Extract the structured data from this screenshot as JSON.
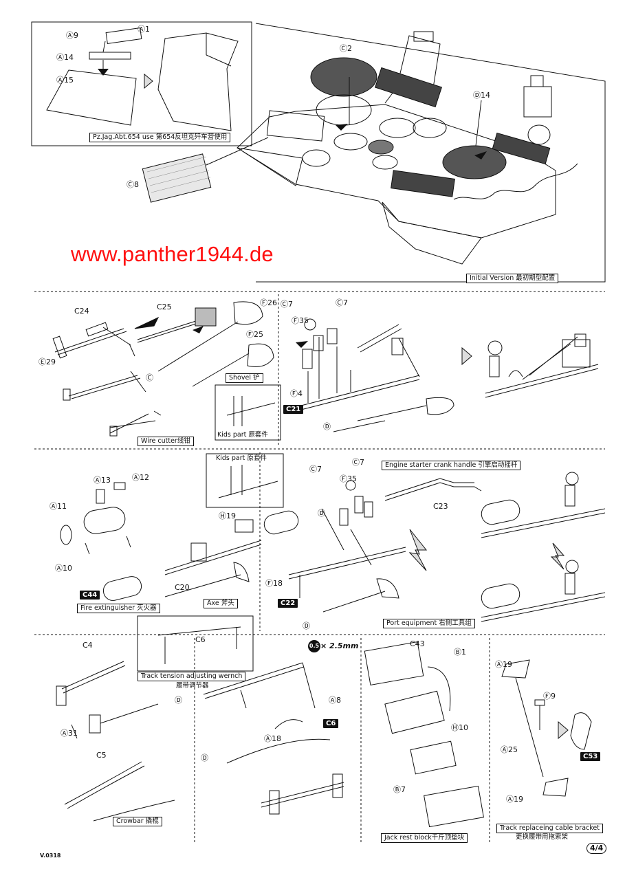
{
  "sheet": {
    "website": "www.panther1944.de",
    "version": "V.0318",
    "page_number": "4/4"
  },
  "section_hull": {
    "callouts": {
      "a9": "Ⓐ9",
      "a1": "Ⓐ1",
      "a14": "Ⓐ14",
      "a15": "Ⓐ15",
      "c2": "Ⓒ2",
      "d14": "Ⓓ14",
      "c8": "Ⓒ8"
    },
    "pzjag_caption": "Pz.Jag.Abt.654 use 第654反坦克歼车营使用",
    "initial_caption": "Initial Version 最初期型配置"
  },
  "section_tools": {
    "callouts": {
      "c24": "C24",
      "c25": "C25",
      "f26": "Ⓕ26",
      "f25": "Ⓕ25",
      "e29": "Ⓔ29",
      "c_mark": "Ⓒ",
      "c7a": "Ⓒ7",
      "c7b": "Ⓒ7",
      "f35": "Ⓕ35",
      "f4": "Ⓕ4",
      "d_mark": "Ⓓ"
    },
    "shovel_caption": "Shovel 铲",
    "kids_caption": "Kids part 原套件",
    "wire_caption": "Wire cutter线钳",
    "code_c21": "C21"
  },
  "section_port": {
    "callouts": {
      "a13": "Ⓐ13",
      "a12": "Ⓐ12",
      "a11": "Ⓐ11",
      "a10": "Ⓐ10",
      "h19": "Ⓗ19",
      "c20": "C20",
      "c7a": "Ⓒ7",
      "c7b": "Ⓒ7",
      "f35": "Ⓕ35",
      "d_mark": "Ⓓ",
      "f18": "Ⓕ18",
      "d_mark2": "Ⓓ",
      "c23": "C23"
    },
    "kids_caption": "Kids part 原套件",
    "fire_caption": "Fire extinguisher 灭火器",
    "axe_caption": "Axe 斧头",
    "engine_caption": "Engine starter crank handle 引擎启动摇杆",
    "port_caption": "Port equipment 右侧工具组",
    "code_c44": "C44",
    "code_c22": "C22"
  },
  "section_bottom": {
    "callouts": {
      "c4": "C4",
      "a31": "Ⓐ31",
      "d_mark": "Ⓓ",
      "c5": "C5",
      "c6": "C6",
      "a8": "Ⓐ8",
      "a18": "Ⓐ18",
      "d_mark2": "Ⓓ",
      "c43": "C43",
      "b1": "Ⓑ1",
      "h10": "Ⓗ10",
      "b7": "Ⓑ7",
      "a19a": "Ⓐ19",
      "f9": "Ⓕ9",
      "a25": "Ⓐ25",
      "a19b": "Ⓐ19"
    },
    "drill_size": "0.5",
    "drill_dim": "× 2.5mm",
    "crowbar_caption": "Crowbar 撬棍",
    "track_tension_caption": "Track tension adjusting wernch",
    "track_tension_caption_cn": "履带调节器",
    "jack_caption": "Jack rest block千斤顶垫块",
    "track_cable_caption": "Track replaceing cable bracket",
    "track_cable_caption_cn": "更换履带用拖索架",
    "code_c6": "C6",
    "code_c53": "C53"
  }
}
